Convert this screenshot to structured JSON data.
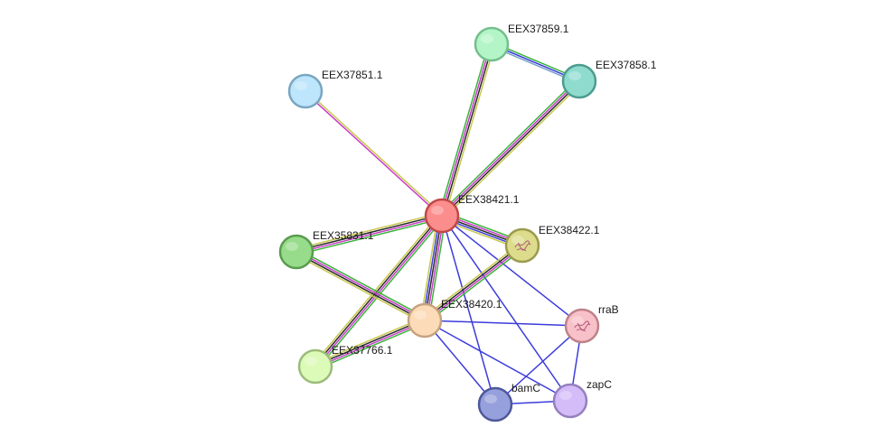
{
  "nodes": [
    {
      "id": "EEX38421.1",
      "label": "EEX38421.1",
      "fill": "#fc8d8d",
      "stroke": "#c04848",
      "center": true
    },
    {
      "id": "EEX37859.1",
      "label": "EEX37859.1",
      "fill": "#b4f5c8",
      "stroke": "#74bf8c"
    },
    {
      "id": "EEX37858.1",
      "label": "EEX37858.1",
      "fill": "#8fdccf",
      "stroke": "#4c9c8f"
    },
    {
      "id": "EEX37851.1",
      "label": "EEX37851.1",
      "fill": "#bde5fb",
      "stroke": "#7aa6c0"
    },
    {
      "id": "EEX35831.1",
      "label": "EEX35831.1",
      "fill": "#97dc8a",
      "stroke": "#5a9b50"
    },
    {
      "id": "EEX38422.1",
      "label": "EEX38422.1",
      "fill": "#dcdc8c",
      "stroke": "#9a9a4e",
      "structure": true
    },
    {
      "id": "EEX38420.1",
      "label": "EEX38420.1",
      "fill": "#fcdcb8",
      "stroke": "#c6a27e"
    },
    {
      "id": "EEX37766.1",
      "label": "EEX37766.1",
      "fill": "#dcfab8",
      "stroke": "#9cbc7a"
    },
    {
      "id": "rraB",
      "label": "rraB",
      "fill": "#f8c0c8",
      "stroke": "#be8288",
      "structure": true
    },
    {
      "id": "bamC",
      "label": "bamC",
      "fill": "#96a0dc",
      "stroke": "#4e589a"
    },
    {
      "id": "zapC",
      "label": "zapC",
      "fill": "#d4bcf8",
      "stroke": "#9480be"
    }
  ],
  "edges": [
    {
      "source": "EEX38421.1",
      "target": "EEX37859.1",
      "colors": [
        "#3cb43c",
        "#c83cc8",
        "#2a2a2a",
        "#c8c850"
      ]
    },
    {
      "source": "EEX38421.1",
      "target": "EEX37858.1",
      "colors": [
        "#3cb43c",
        "#c83cc8",
        "#2a2a2a",
        "#c8c850"
      ]
    },
    {
      "source": "EEX37859.1",
      "target": "EEX37858.1",
      "colors": [
        "#3cb43c",
        "#3c3cdc",
        "#78a0c8"
      ]
    },
    {
      "source": "EEX38421.1",
      "target": "EEX37851.1",
      "colors": [
        "#c83cc8",
        "#c8c850"
      ]
    },
    {
      "source": "EEX38421.1",
      "target": "EEX35831.1",
      "colors": [
        "#3cb43c",
        "#c83cc8",
        "#2a2a2a",
        "#c8c850"
      ]
    },
    {
      "source": "EEX38421.1",
      "target": "EEX38422.1",
      "colors": [
        "#3cb43c",
        "#c83cc8",
        "#2a2a2a",
        "#3c3cdc",
        "#c8c850"
      ]
    },
    {
      "source": "EEX38421.1",
      "target": "EEX38420.1",
      "colors": [
        "#3cb43c",
        "#c83cc8",
        "#2a2a2a",
        "#3c3cdc",
        "#c8c850"
      ]
    },
    {
      "source": "EEX38421.1",
      "target": "EEX37766.1",
      "colors": [
        "#3cb43c",
        "#c83cc8",
        "#2a2a2a",
        "#c8c850"
      ]
    },
    {
      "source": "EEX38421.1",
      "target": "rraB",
      "colors": [
        "#3c3cdc"
      ]
    },
    {
      "source": "EEX38421.1",
      "target": "bamC",
      "colors": [
        "#3c3cdc"
      ]
    },
    {
      "source": "EEX38421.1",
      "target": "zapC",
      "colors": [
        "#3c3cdc"
      ]
    },
    {
      "source": "EEX35831.1",
      "target": "EEX38420.1",
      "colors": [
        "#3cb43c",
        "#c83cc8",
        "#2a2a2a",
        "#c8c850"
      ]
    },
    {
      "source": "EEX38422.1",
      "target": "EEX38420.1",
      "colors": [
        "#3cb43c",
        "#c83cc8",
        "#2a2a2a",
        "#c8c850"
      ]
    },
    {
      "source": "EEX38420.1",
      "target": "EEX37766.1",
      "colors": [
        "#3cb43c",
        "#c83cc8",
        "#2a2a2a",
        "#c8c850"
      ]
    },
    {
      "source": "EEX38420.1",
      "target": "rraB",
      "colors": [
        "#3c3cdc"
      ]
    },
    {
      "source": "EEX38420.1",
      "target": "bamC",
      "colors": [
        "#3c3cdc"
      ]
    },
    {
      "source": "EEX38420.1",
      "target": "zapC",
      "colors": [
        "#3c3cdc"
      ]
    },
    {
      "source": "rraB",
      "target": "bamC",
      "colors": [
        "#3c3cdc"
      ]
    },
    {
      "source": "rraB",
      "target": "zapC",
      "colors": [
        "#3c3cdc"
      ]
    },
    {
      "source": "bamC",
      "target": "zapC",
      "colors": [
        "#3c3cdc"
      ]
    }
  ]
}
